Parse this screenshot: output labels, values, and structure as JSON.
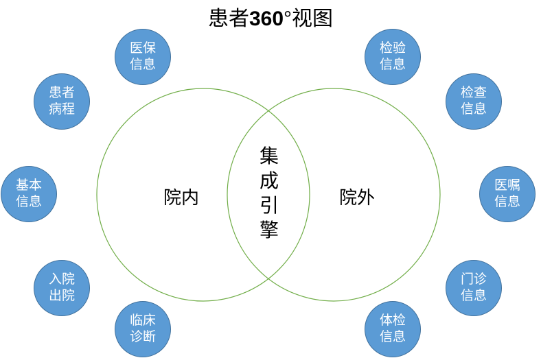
{
  "title": {
    "prefix": "患者",
    "number": "360",
    "suffix": "°视图"
  },
  "venn": {
    "left": "院内",
    "right": "院外",
    "center": [
      "集",
      "成",
      "引",
      "擎"
    ],
    "stroke": "#70ad47"
  },
  "node_color": "#5b9bd5",
  "nodes": [
    {
      "l1": "医保",
      "l2": "信息"
    },
    {
      "l1": "患者",
      "l2": "病程"
    },
    {
      "l1": "基本",
      "l2": "信息"
    },
    {
      "l1": "入院",
      "l2": "出院"
    },
    {
      "l1": "临床",
      "l2": "诊断"
    },
    {
      "l1": "检验",
      "l2": "信息"
    },
    {
      "l1": "检查",
      "l2": "信息"
    },
    {
      "l1": "医嘱",
      "l2": "信息"
    },
    {
      "l1": "门诊",
      "l2": "信息"
    },
    {
      "l1": "体检",
      "l2": "信息"
    }
  ]
}
